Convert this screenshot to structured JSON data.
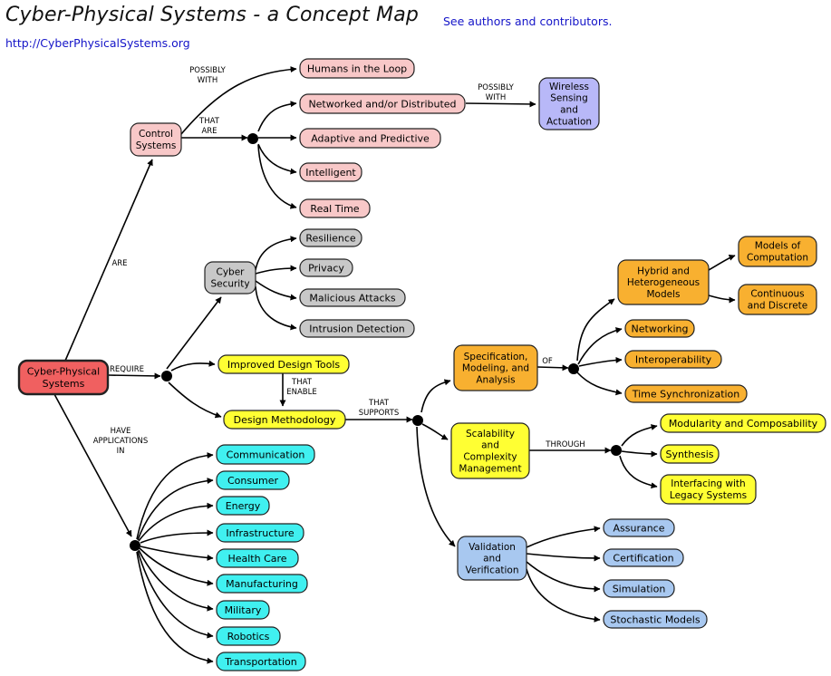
{
  "header": {
    "title": "Cyber-Physical Systems - a Concept Map",
    "authors_link": "See authors and contributors.",
    "site_link": "http://CyberPhysicalSystems.org"
  },
  "colors": {
    "red": "#f06060",
    "pink": "#f8c8c8",
    "gray": "#c8c8c8",
    "yellow": "#ffff33",
    "orange": "#f8b030",
    "cyan": "#40f0f0",
    "blue": "#a8c8f0",
    "lavender": "#b8b8f8"
  },
  "nodes": {
    "cps": [
      "Cyber-Physical",
      "Systems"
    ],
    "control": [
      "Control",
      "Systems"
    ],
    "humans": [
      "Humans in the Loop"
    ],
    "networked": [
      "Networked and/or Distributed"
    ],
    "wireless": [
      "Wireless",
      "Sensing",
      "and",
      "Actuation"
    ],
    "adaptive": [
      "Adaptive and Predictive"
    ],
    "intelligent": [
      "Intelligent"
    ],
    "realtime": [
      "Real Time"
    ],
    "cyber": [
      "Cyber",
      "Security"
    ],
    "resilience": [
      "Resilience"
    ],
    "privacy": [
      "Privacy"
    ],
    "malicious": [
      "Malicious Attacks"
    ],
    "intrusion": [
      "Intrusion Detection"
    ],
    "tools": [
      "Improved Design Tools"
    ],
    "method": [
      "Design Methodology"
    ],
    "spec": [
      "Specification,",
      "Modeling, and",
      "Analysis"
    ],
    "hybrid": [
      "Hybrid and",
      "Heterogeneous",
      "Models"
    ],
    "moc": [
      "Models of",
      "Computation"
    ],
    "continuous": [
      "Continuous",
      "and Discrete"
    ],
    "networking": [
      "Networking"
    ],
    "interop": [
      "Interoperability"
    ],
    "timesync": [
      "Time Synchronization"
    ],
    "scal": [
      "Scalability",
      "and",
      "Complexity",
      "Management"
    ],
    "modularity": [
      "Modularity and Composability"
    ],
    "synthesis": [
      "Synthesis"
    ],
    "legacy": [
      "Interfacing with",
      "Legacy Systems"
    ],
    "vv": [
      "Validation",
      "and",
      "Verification"
    ],
    "assurance": [
      "Assurance"
    ],
    "certification": [
      "Certification"
    ],
    "simulation": [
      "Simulation"
    ],
    "stochastic": [
      "Stochastic Models"
    ],
    "communication": [
      "Communication"
    ],
    "consumer": [
      "Consumer"
    ],
    "energy": [
      "Energy"
    ],
    "infrastructure": [
      "Infrastructure"
    ],
    "healthcare": [
      "Health Care"
    ],
    "manufacturing": [
      "Manufacturing"
    ],
    "military": [
      "Military"
    ],
    "robotics": [
      "Robotics"
    ],
    "transportation": [
      "Transportation"
    ]
  },
  "link_labels": {
    "are": [
      "ARE"
    ],
    "possibly_with": [
      "POSSIBLY",
      "WITH"
    ],
    "that_are": [
      "THAT",
      "ARE"
    ],
    "possibly_with_wireless": [
      "POSSIBLY",
      "WITH"
    ],
    "require": [
      "REQUIRE"
    ],
    "have_applications": [
      "HAVE",
      "APPLICATIONS",
      "IN"
    ],
    "that_enable": [
      "THAT",
      "ENABLE"
    ],
    "that_supports": [
      "THAT",
      "SUPPORTS"
    ],
    "of": [
      "OF"
    ],
    "through": [
      "THROUGH"
    ]
  }
}
